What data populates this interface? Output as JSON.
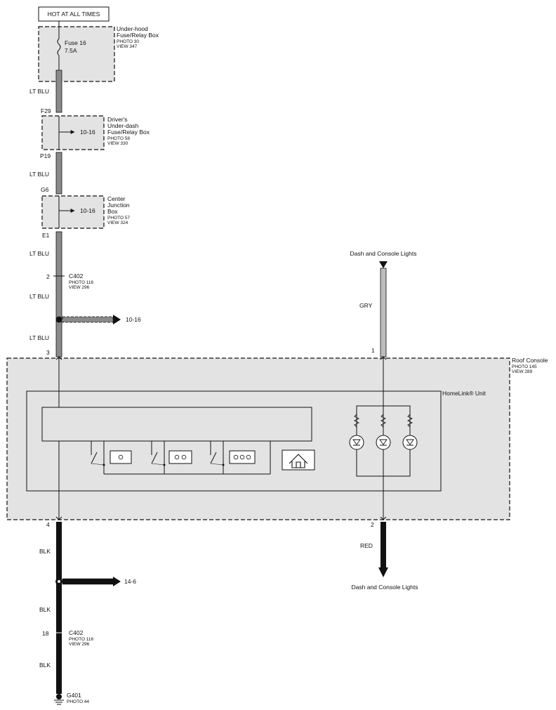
{
  "header": {
    "hot_label": "HOT AT ALL TIMES"
  },
  "underhood": {
    "name_l1": "Under-hood",
    "name_l2": "Fuse/Relay Box",
    "photo": "PHOTO 30",
    "view": "VIEW 347",
    "fuse_name": "Fuse 16",
    "fuse_rating": "7.5A"
  },
  "wires": {
    "w1": "LT BLU",
    "w2": "LT BLU",
    "w3": "LT BLU",
    "w4": "LT BLU",
    "w5": "LT BLU",
    "b1": "BLK",
    "b2": "BLK",
    "b3": "BLK",
    "gry": "GRY",
    "red": "RED"
  },
  "pins": {
    "f29": "F29",
    "p19": "P19",
    "g6": "G6",
    "e1": "E1",
    "c402_top": "2",
    "roof_3": "3",
    "roof_1": "1",
    "roof_4": "4",
    "roof_2": "2",
    "c402_bot": "18"
  },
  "driver_box": {
    "l1": "Driver's",
    "l2": "Under-dash",
    "l3": "Fuse/Relay Box",
    "photo": "PHOTO 58",
    "view": "VIEW 330",
    "ref": "10-16"
  },
  "junction_box": {
    "l1": "Center",
    "l2": "Junction",
    "l3": "Box",
    "photo": "PHOTO 57",
    "view": "VIEW 324",
    "ref": "10-16"
  },
  "c402_top": {
    "name": "C402",
    "photo": "PHOTO 116",
    "view": "VIEW 296"
  },
  "splice_top": {
    "ref": "10-16"
  },
  "dash_top": "Dash and Console Lights",
  "roof": {
    "name": "Roof Console",
    "photo": "PHOTO 145",
    "view": "VIEW 289"
  },
  "homelink": {
    "name": "HomeLink® Unit"
  },
  "dash_bot": "Dash and Console Lights",
  "splice_bot": {
    "ref": "14-6"
  },
  "c402_bot": {
    "name": "C402",
    "photo": "PHOTO 116",
    "view": "VIEW 296"
  },
  "ground": {
    "name": "G401",
    "photo": "PHOTO 44"
  },
  "colors": {
    "lt_blu_wire": "#8a8a8a",
    "gry_wire": "#bdbdbd",
    "blk_wire": "#111111",
    "box_fill": "#e3e3e3"
  }
}
